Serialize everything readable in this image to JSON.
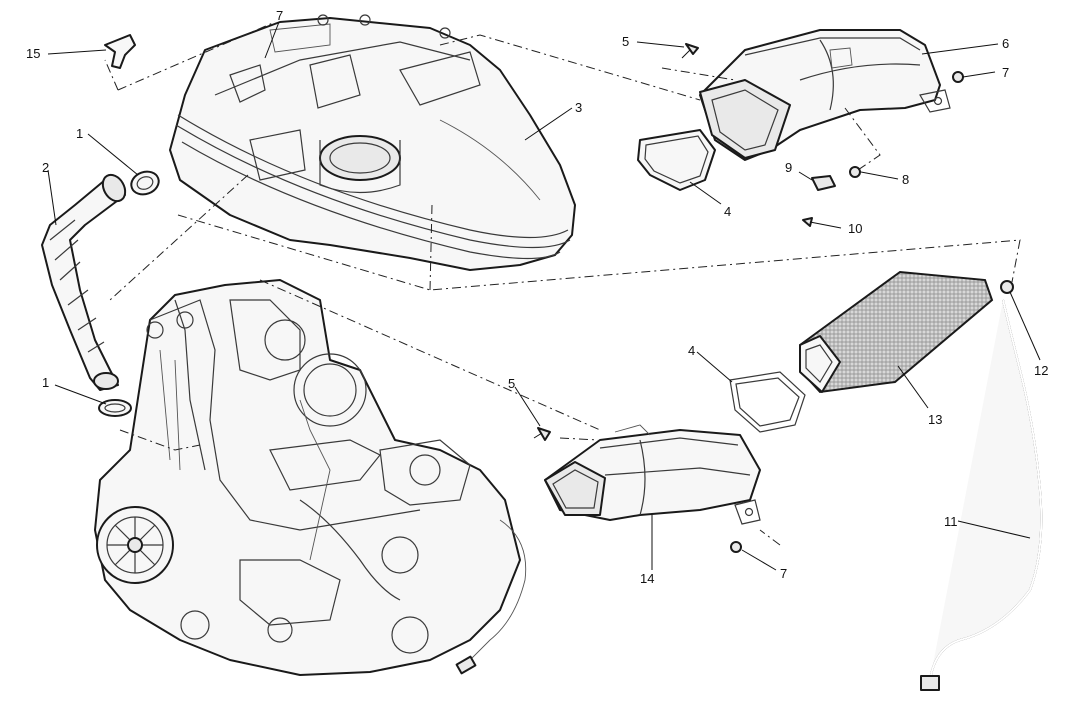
{
  "callouts": [
    {
      "id": "c15",
      "label": "15"
    },
    {
      "id": "c7top",
      "label": "7"
    },
    {
      "id": "c5top",
      "label": "5"
    },
    {
      "id": "c6",
      "label": "6"
    },
    {
      "id": "c7r",
      "label": "7"
    },
    {
      "id": "c1top",
      "label": "1"
    },
    {
      "id": "c3",
      "label": "3"
    },
    {
      "id": "c2",
      "label": "2"
    },
    {
      "id": "c9",
      "label": "9"
    },
    {
      "id": "c8",
      "label": "8"
    },
    {
      "id": "c4top",
      "label": "4"
    },
    {
      "id": "c10",
      "label": "10"
    },
    {
      "id": "c1bot",
      "label": "1"
    },
    {
      "id": "c4bot",
      "label": "4"
    },
    {
      "id": "c5bot",
      "label": "5"
    },
    {
      "id": "c12",
      "label": "12"
    },
    {
      "id": "c13",
      "label": "13"
    },
    {
      "id": "c11",
      "label": "11"
    },
    {
      "id": "c14",
      "label": "14"
    },
    {
      "id": "c7bot",
      "label": "7"
    }
  ],
  "colors": {
    "line": "#1a1a1a",
    "fill": "#f7f7f7",
    "background": "#ffffff"
  }
}
